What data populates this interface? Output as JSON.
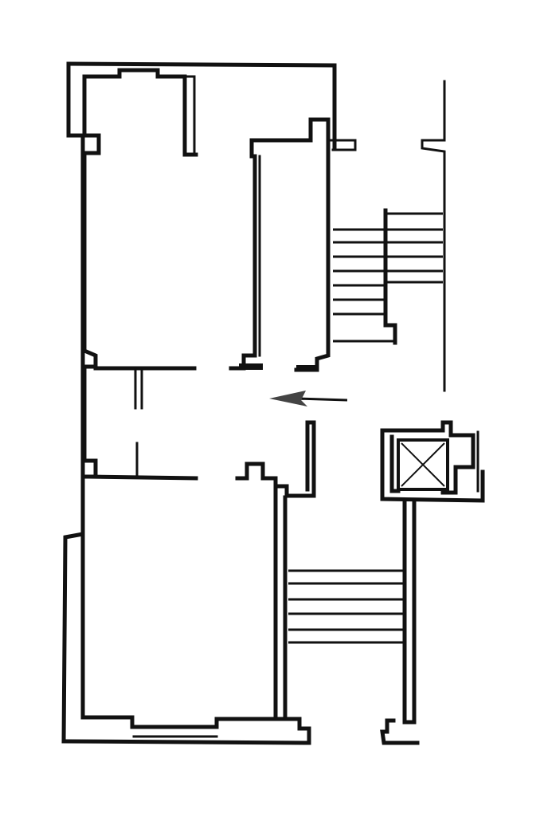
{
  "diagram": {
    "kind": "floor-plan",
    "colors": {
      "ink": "#111111",
      "paper": "#ffffff",
      "arrow": "#444444"
    },
    "icons": [
      "entrance-arrow-icon",
      "elevator-cross-icon"
    ],
    "staircases": [
      {
        "name": "upper-stair",
        "steps": 8
      },
      {
        "name": "lower-stair",
        "steps": 6
      }
    ]
  }
}
